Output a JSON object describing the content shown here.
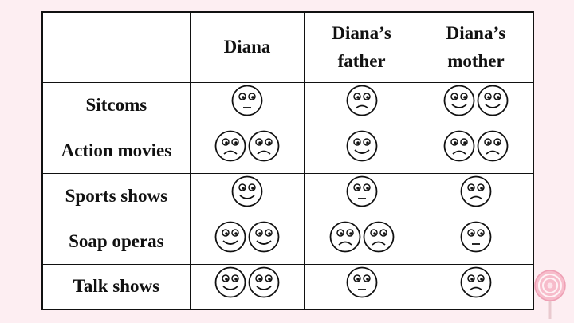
{
  "header": {
    "blank": "",
    "diana": "Diana",
    "father_line1": "Diana’s",
    "father_line2": "father",
    "mother_line1": "Diana’s",
    "mother_line2": "mother"
  },
  "rows": [
    {
      "label": "Sitcoms",
      "diana": [
        "neutral"
      ],
      "father": [
        "sad"
      ],
      "mother": [
        "happy",
        "happy"
      ]
    },
    {
      "label": "Action movies",
      "diana": [
        "sad",
        "sad"
      ],
      "father": [
        "happy"
      ],
      "mother": [
        "sad",
        "sad"
      ]
    },
    {
      "label": "Sports shows",
      "diana": [
        "happy"
      ],
      "father": [
        "neutral"
      ],
      "mother": [
        "sad"
      ]
    },
    {
      "label": "Soap operas",
      "diana": [
        "happy",
        "happy"
      ],
      "father": [
        "sad",
        "sad"
      ],
      "mother": [
        "neutral"
      ]
    },
    {
      "label": "Talk shows",
      "diana": [
        "happy",
        "happy"
      ],
      "father": [
        "neutral"
      ],
      "mother": [
        "sad"
      ]
    }
  ],
  "colors": {
    "background": "#fdeef2",
    "ink": "#111111",
    "lollipop": "#f4a7bb"
  }
}
